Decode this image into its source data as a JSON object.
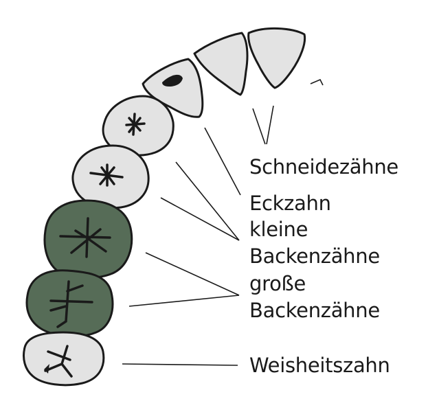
{
  "diagram": {
    "labels": {
      "incisors": "Schneidezähne",
      "canine": "Eckzahn",
      "premolars_line1": "kleine",
      "premolars_line2": "Backenzähne",
      "molars_line1": "große",
      "molars_line2": "Backenzähne",
      "wisdom": "Weisheitszahn"
    },
    "colors": {
      "light_tooth": "#e3e3e3",
      "highlighted_tooth": "#566c57",
      "outline": "#1a1a1a"
    },
    "highlighted_group": "große Backenzähne"
  }
}
